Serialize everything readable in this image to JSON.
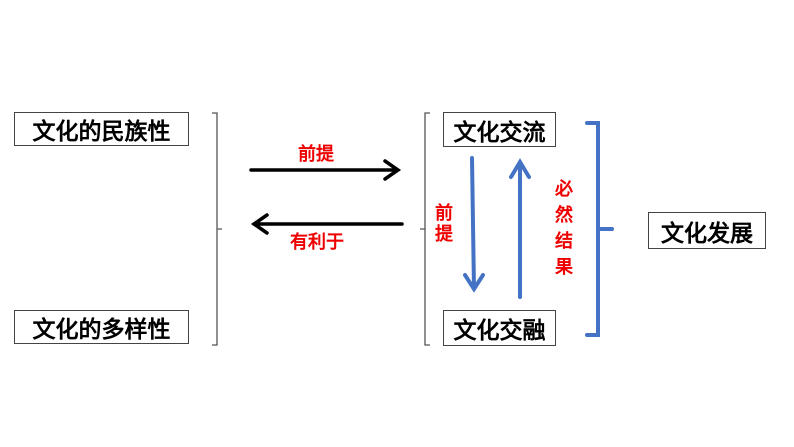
{
  "nodes": {
    "ethnicity": "文化的民族性",
    "diversity": "文化的多样性",
    "exchange": "文化交流",
    "fusion": "文化交融",
    "development": "文化发展"
  },
  "labels": {
    "premise_right": "前提",
    "beneficial_left": "有利于",
    "premise_down": "前提",
    "inevitable_result": "必然结果"
  },
  "colors": {
    "black_arrow": "#000000",
    "blue_arrow": "#4472c4",
    "label_red": "#e00000"
  }
}
